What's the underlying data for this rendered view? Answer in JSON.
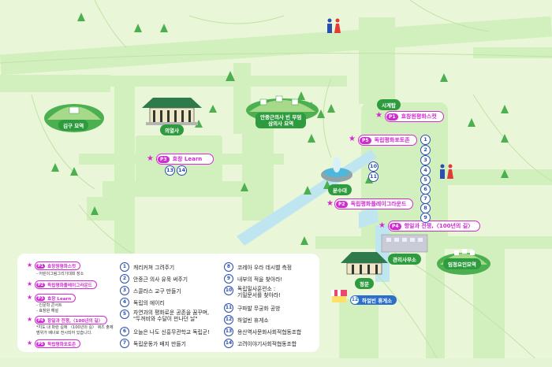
{
  "landmarks": {
    "gimgu_tomb": "김구 묘역",
    "uiyeolsa": "의열사",
    "martyrs_tomb_line1": "안중근의사 빈 무덤",
    "martyrs_tomb_line2": "삼의사 묘역",
    "clock_tower": "시계탑",
    "fountain": "분수대",
    "management_office": "관리사무소",
    "lim_tomb": "임정요인묘역",
    "main_gate": "정문"
  },
  "program_pills": {
    "p1": {
      "badge": "P1",
      "label": "효창원평화스컷"
    },
    "p5": {
      "badge": "P5",
      "label": "독립평화포토존"
    },
    "p2": {
      "badge": "P2",
      "label": "독립평화플레이그라운드"
    },
    "p3": {
      "badge": "P3",
      "label": "효창 Learn"
    },
    "p4": {
      "badge": "P4",
      "label": "항일과 전쟁,〈100년의 길〉"
    }
  },
  "map_numbers": {
    "near_p3": [
      "13",
      "14"
    ],
    "column": [
      "1",
      "2",
      "3",
      "4",
      "5",
      "6",
      "7",
      "8",
      "9"
    ],
    "left_column": [
      "10",
      "11"
    ],
    "rest_area": {
      "num": "12",
      "label": "하얼빈 휴게소"
    }
  },
  "legend": {
    "programs": [
      {
        "badge": "P1",
        "label": "효창원평화스컷",
        "sub": [
          "- 어린이그림그리기대회 장소"
        ]
      },
      {
        "badge": "P2",
        "label": "독립평화플레이그라운드",
        "sub": []
      },
      {
        "badge": "P3",
        "label": "효창 Learn",
        "sub": [
          "- 인문학 콘서트",
          "- 효창원 해설"
        ]
      },
      {
        "badge": "P4",
        "label": "항일과 전쟁,〈100년의 길〉",
        "sub": [
          "*지도 내 파란 길에 〈100년의 길〉 퀴즈 출제",
          "범위가 배너로 전시되어 있습니다."
        ]
      },
      {
        "badge": "P5",
        "label": "독립평화포토존",
        "sub": []
      }
    ],
    "activities_col1": [
      {
        "num": "1",
        "label": "캐리커쳐 그려주기"
      },
      {
        "num": "2",
        "label": "안중근 의사 유묵 써주기"
      },
      {
        "num": "3",
        "label": "스콜라스 교구 만들기"
      },
      {
        "num": "4",
        "label": "독립의 에이리"
      },
      {
        "num": "5",
        "label": "자연과의 평화로운 공존을 꿈꾸며,",
        "label2": "\"두꺼비와 수달이 만나던 날\""
      },
      {
        "num": "6",
        "label": "오늘은 나도 신흥무관학교 독립군!"
      },
      {
        "num": "7",
        "label": "독립운동가 배지 만들기"
      }
    ],
    "activities_col2": [
      {
        "num": "8",
        "label": "코레아 우라 데시벨 측정"
      },
      {
        "num": "9",
        "label": "내부의 적을 찾아라!"
      },
      {
        "num": "10",
        "label": "독립밀사훈련소 :",
        "label2": "기밀문서를 찾아라!"
      },
      {
        "num": "11",
        "label": "구파발 무궁화 공방"
      },
      {
        "num": "12",
        "label": "하얼빈 휴게소"
      },
      {
        "num": "13",
        "label": "용산역사문화사회적협동조합"
      },
      {
        "num": "14",
        "label": "고려이야기사회적협동조합"
      }
    ]
  },
  "icons": [
    "restroom-icon",
    "pagoda-icon",
    "tomb-mound-icon",
    "fountain-icon",
    "gate-icon",
    "building-icon",
    "tree-icon",
    "star-icon"
  ],
  "colors": {
    "background": "#eaf6d8",
    "paths": "#c8ecb0",
    "blue_path": "#bfe6f0",
    "green_label": "#2e9b3e",
    "magenta": "#d12bd1",
    "number_blue": "#2b4fb0",
    "tree_green": "#4caf50"
  }
}
